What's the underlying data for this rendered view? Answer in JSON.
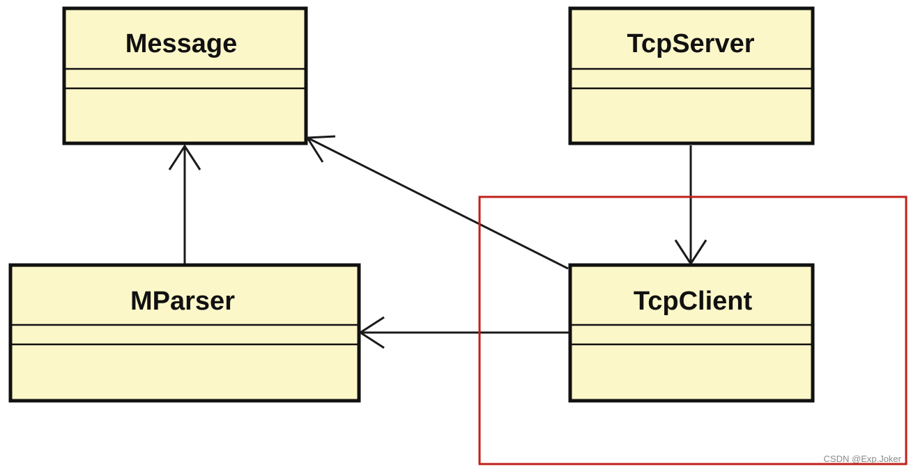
{
  "classes": {
    "message": {
      "name": "Message"
    },
    "tcpserver": {
      "name": "TcpServer"
    },
    "mparser": {
      "name": "MParser"
    },
    "tcpclient": {
      "name": "TcpClient"
    }
  },
  "colors": {
    "class_fill": "#fcf7c9",
    "class_border": "#111111",
    "arrow": "#1a1a1a",
    "highlight": "#c0201a"
  },
  "watermark": "CSDN @Exp.Joker"
}
